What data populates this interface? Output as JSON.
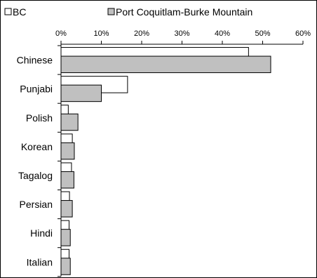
{
  "chart_data": {
    "type": "bar",
    "orientation": "horizontal",
    "categories": [
      "Chinese",
      "Punjabi",
      "Polish",
      "Korean",
      "Tagalog",
      "Persian",
      "Hindi",
      "Italian"
    ],
    "series": [
      {
        "name": "BC",
        "color": "#ffffff",
        "values": [
          46.5,
          16.5,
          1.8,
          2.8,
          2.6,
          2.1,
          2.0,
          2.0
        ]
      },
      {
        "name": "Port Coquitlam-Burke Mountain",
        "color": "#c0c0c0",
        "values": [
          52.0,
          10.0,
          4.2,
          3.3,
          3.2,
          2.8,
          2.3,
          2.3
        ]
      }
    ],
    "xlim": [
      0,
      60
    ],
    "x_ticks": [
      "0%",
      "10%",
      "20%",
      "30%",
      "40%",
      "50%",
      "60%"
    ],
    "x_tick_values": [
      0,
      10,
      20,
      30,
      40,
      50,
      60
    ],
    "grid": false,
    "legend_placement": "top"
  }
}
